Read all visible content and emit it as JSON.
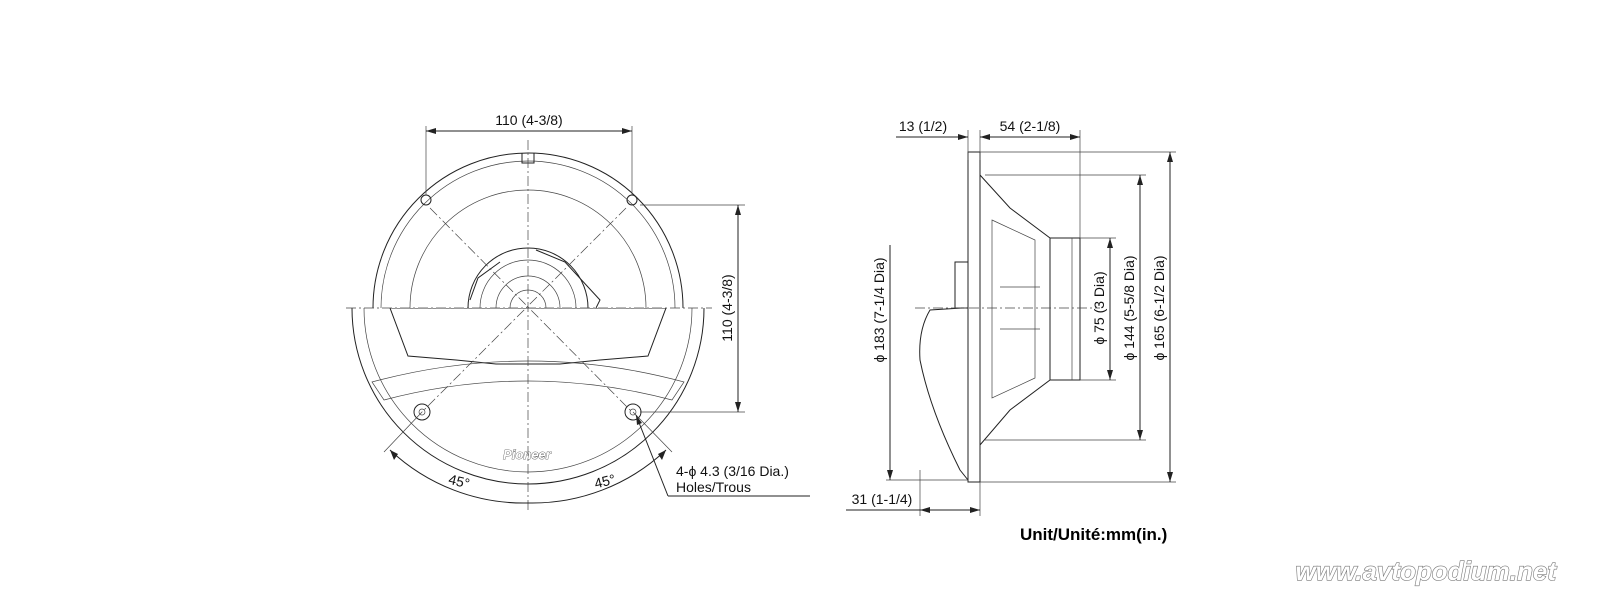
{
  "front_view": {
    "top_width": "110 (4-3/8)",
    "side_height": "110 (4-3/8)",
    "angle_left": "45°",
    "angle_right": "45°",
    "holes_line1": "4-ϕ 4.3 (3/16 Dia.)",
    "holes_line2": "Holes/Trous",
    "brand": "Pioneer"
  },
  "side_view": {
    "flange_thickness": "13 (1/2)",
    "mount_depth": "54 (2-1/8)",
    "overall_diameter": "ϕ 183 (7-1/4 Dia)",
    "magnet_diameter": "ϕ 75 (3 Dia)",
    "cutout_diameter": "ϕ 144 (5-5/8 Dia)",
    "frame_diameter": "ϕ 165 (6-1/2 Dia)",
    "grille_depth": "31 (1-1/4)"
  },
  "unit_label": "Unit/Unité:mm(in.)",
  "watermark": "www.avtopodium.net"
}
